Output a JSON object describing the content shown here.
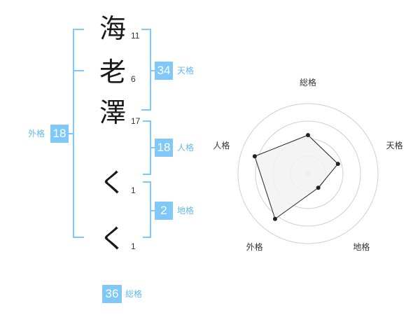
{
  "name": {
    "chars": [
      {
        "char": "海",
        "strokes": "11"
      },
      {
        "char": "老",
        "strokes": "6"
      },
      {
        "char": "澤",
        "strokes": "17"
      },
      {
        "char": "く",
        "strokes": "1"
      },
      {
        "char": "く",
        "strokes": "1"
      }
    ]
  },
  "fortune": {
    "tenkaku": {
      "value": "34",
      "label": "天格"
    },
    "jinkaku": {
      "value": "18",
      "label": "人格"
    },
    "chikaku": {
      "value": "2",
      "label": "地格"
    },
    "gaikaku": {
      "value": "18",
      "label": "外格"
    },
    "soukaku": {
      "value": "36",
      "label": "総格"
    }
  },
  "radar": {
    "axes": [
      "総格",
      "天格",
      "地格",
      "外格",
      "人格"
    ],
    "levels": 4,
    "values": [
      0.55,
      0.45,
      0.25,
      0.8,
      0.8
    ],
    "colors": {
      "fill": "#f2f2f2",
      "stroke": "#222222",
      "ring": "#d0d0d0"
    }
  },
  "colors": {
    "accent": "#7fc8f8",
    "accent_text": "#66b8ea"
  }
}
